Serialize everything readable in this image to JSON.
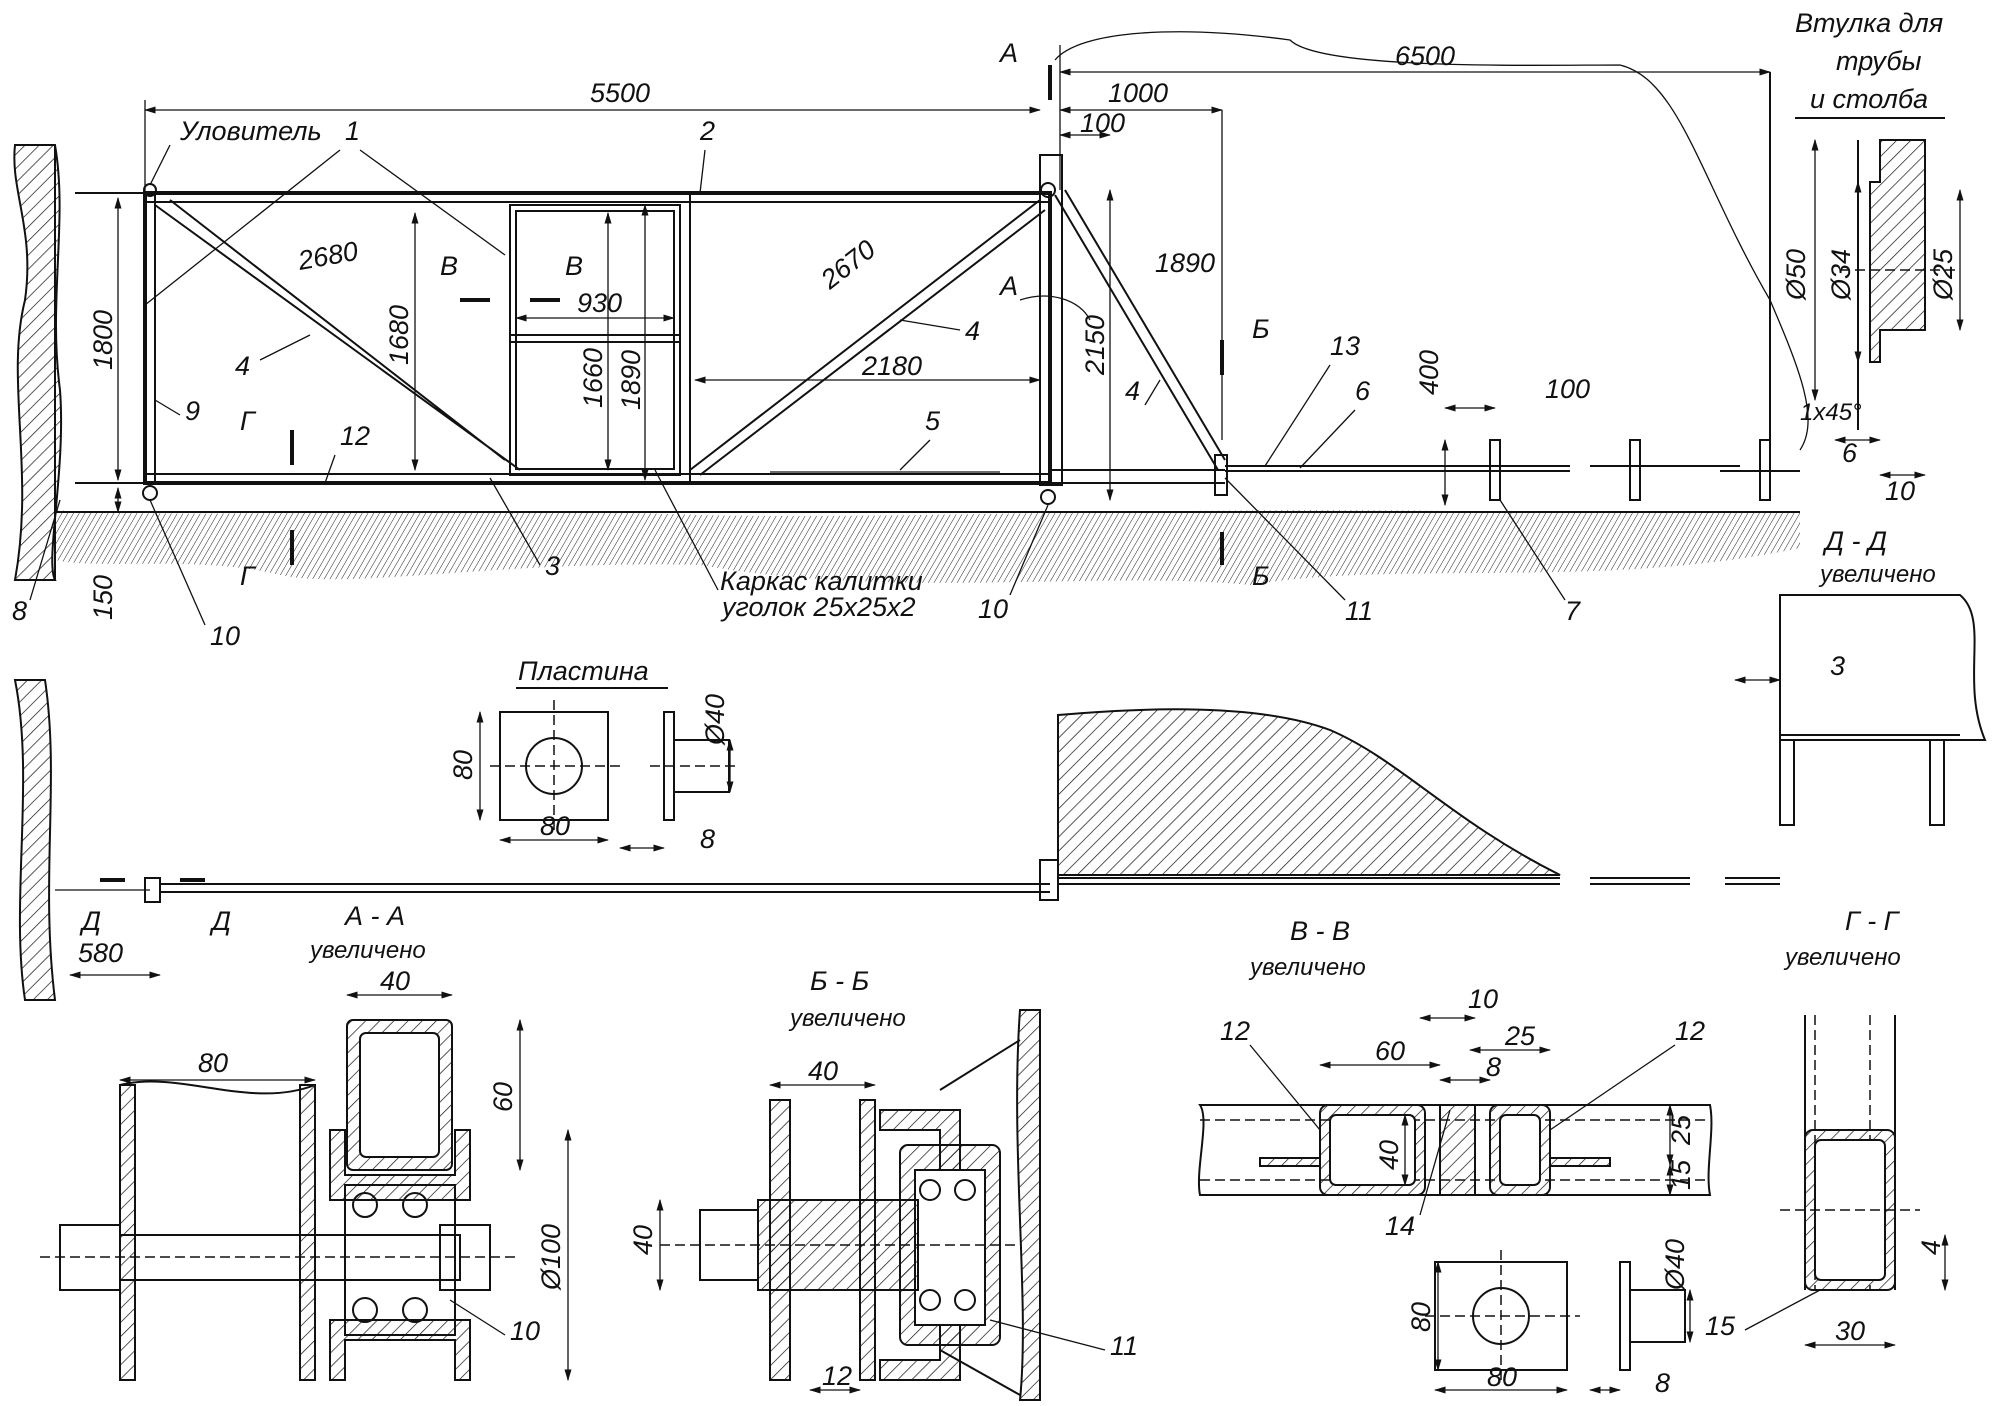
{
  "labels": {
    "ulovitel": "Уловитель",
    "karkas_line1": "Каркас калитки",
    "karkas_line2": "уголок 25x25x2",
    "vtulka_line1": "Втулка для",
    "vtulka_line2": "трубы",
    "vtulka_line3": "и столба",
    "plastina": "Пластина",
    "enlarged": "увеличено",
    "chamfer": "1x45°"
  },
  "sections": {
    "aa": "А - А",
    "bb": "Б - Б",
    "vv": "В - В",
    "gg": "Г - Г",
    "dd": "Д - Д"
  },
  "cut_letters": {
    "a": "А",
    "b": "Б",
    "v": "В",
    "g": "Г",
    "d": "Д"
  },
  "part_numbers": [
    "1",
    "2",
    "3",
    "4",
    "5",
    "6",
    "7",
    "8",
    "9",
    "10",
    "11",
    "12",
    "13",
    "14",
    "15"
  ],
  "dims": {
    "d5500": "5500",
    "d6500": "6500",
    "d1000": "1000",
    "d100": "100",
    "d2680": "2680",
    "d2670": "2670",
    "d1890": "1890",
    "d1800": "1800",
    "d1680": "1680",
    "d930": "930",
    "d1660": "1660",
    "d2180": "2180",
    "d2150": "2150",
    "d150": "150",
    "d400": "400",
    "d580": "580",
    "d80": "80",
    "d40": "40",
    "d8": "8",
    "dia40": "Ø40",
    "dia50": "Ø50",
    "dia34": "Ø34",
    "dia25": "Ø25",
    "dia100": "Ø100",
    "d6": "6",
    "d10": "10",
    "d3": "3",
    "d60": "60",
    "d12": "12",
    "d25": "25",
    "d15": "15",
    "d4": "4",
    "d30": "30"
  }
}
